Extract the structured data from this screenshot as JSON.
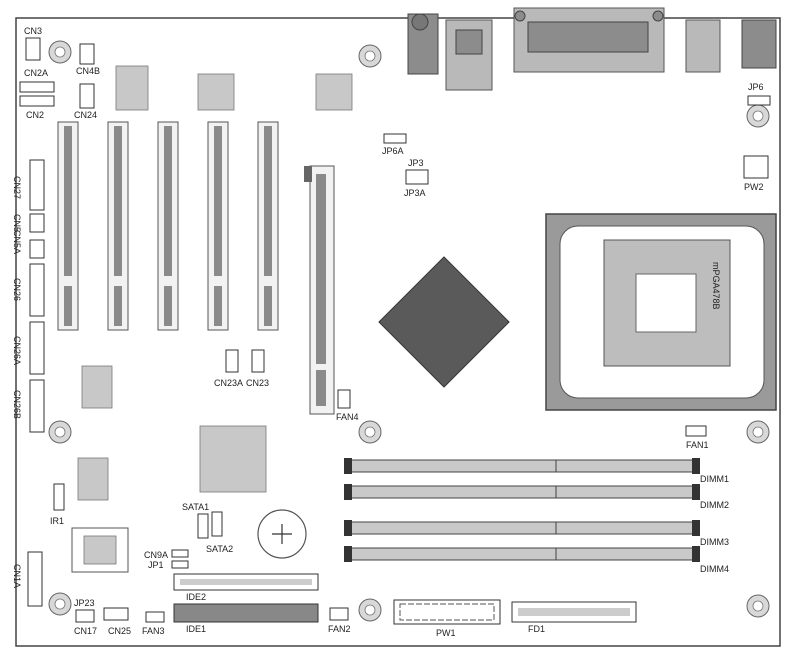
{
  "diagram": {
    "labels": {
      "cn3": "CN3",
      "cn2a": "CN2A",
      "cn2": "CN2",
      "cn4b": "CN4B",
      "cn24": "CN24",
      "cn27": "CN27",
      "cn5": "CN5",
      "cn5a": "CN5A",
      "cn26": "CN26",
      "cn26a": "CN26A",
      "cn26b": "CN26B",
      "cn23a": "CN23A",
      "cn23": "CN23",
      "ir1": "IR1",
      "cn1a": "CN1A",
      "jp23": "JP23",
      "cn17": "CN17",
      "cn25": "CN25",
      "fan3": "FAN3",
      "cn9a": "CN9A",
      "jp1": "JP1",
      "sata1": "SATA1",
      "sata2": "SATA2",
      "ide2": "IDE2",
      "ide1": "IDE1",
      "fan2": "FAN2",
      "pw1": "PW1",
      "fd1": "FD1",
      "fan4": "FAN4",
      "jp6a": "JP6A",
      "jp3": "JP3",
      "jp3a": "JP3A",
      "jp6": "JP6",
      "pw2": "PW2",
      "socket": "mPGA478B",
      "fan1": "FAN1",
      "dimm1": "DIMM1",
      "dimm2": "DIMM2",
      "dimm3": "DIMM3",
      "dimm4": "DIMM4"
    }
  }
}
